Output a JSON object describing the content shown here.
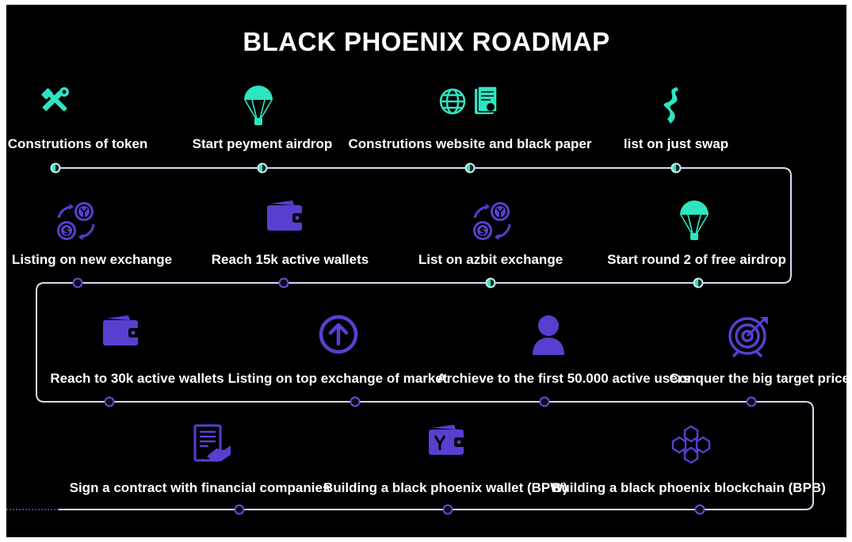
{
  "title": "BLACK PHOENIX ROADMAP",
  "colors": {
    "background": "#000000",
    "path_line": "#d9d9f0",
    "teal": "#2ee5c1",
    "purple": "#6a4cd6",
    "purple_fill": "#5a3ed0",
    "text": "#ffffff"
  },
  "rows": [
    {
      "milestones": [
        {
          "label": "Construtions of token",
          "icon": "tools-icon"
        },
        {
          "label": "Start peyment airdrop",
          "icon": "parachute-icon"
        },
        {
          "label": "Construtions website and black paper",
          "icon": "globe-document-icon"
        },
        {
          "label": "list on just swap",
          "icon": "swirl-icon"
        }
      ]
    },
    {
      "milestones": [
        {
          "label": "Listing on new exchange",
          "icon": "exchange-icon"
        },
        {
          "label": "Reach 15k active wallets",
          "icon": "wallet-icon"
        },
        {
          "label": "List on azbit exchange",
          "icon": "exchange-icon"
        },
        {
          "label": "Start round 2 of free airdrop",
          "icon": "parachute-icon"
        }
      ]
    },
    {
      "milestones": [
        {
          "label": "Reach to 30k active wallets",
          "icon": "wallet-icon"
        },
        {
          "label": "Listing on top exchange of market",
          "icon": "arrow-up-circle-icon"
        },
        {
          "label": "Archieve to the first 50.000 active users",
          "icon": "user-icon"
        },
        {
          "label": "Conquer the big target prices",
          "icon": "target-icon"
        }
      ]
    },
    {
      "milestones": [
        {
          "label": "Sign a contract with financial companies",
          "icon": "contract-handshake-icon"
        },
        {
          "label": "Building a black phoenix wallet (BPW)",
          "icon": "phoenix-wallet-icon"
        },
        {
          "label": "Building a black phoenix blockchain (BPB)",
          "icon": "blockchain-icon"
        }
      ]
    }
  ]
}
